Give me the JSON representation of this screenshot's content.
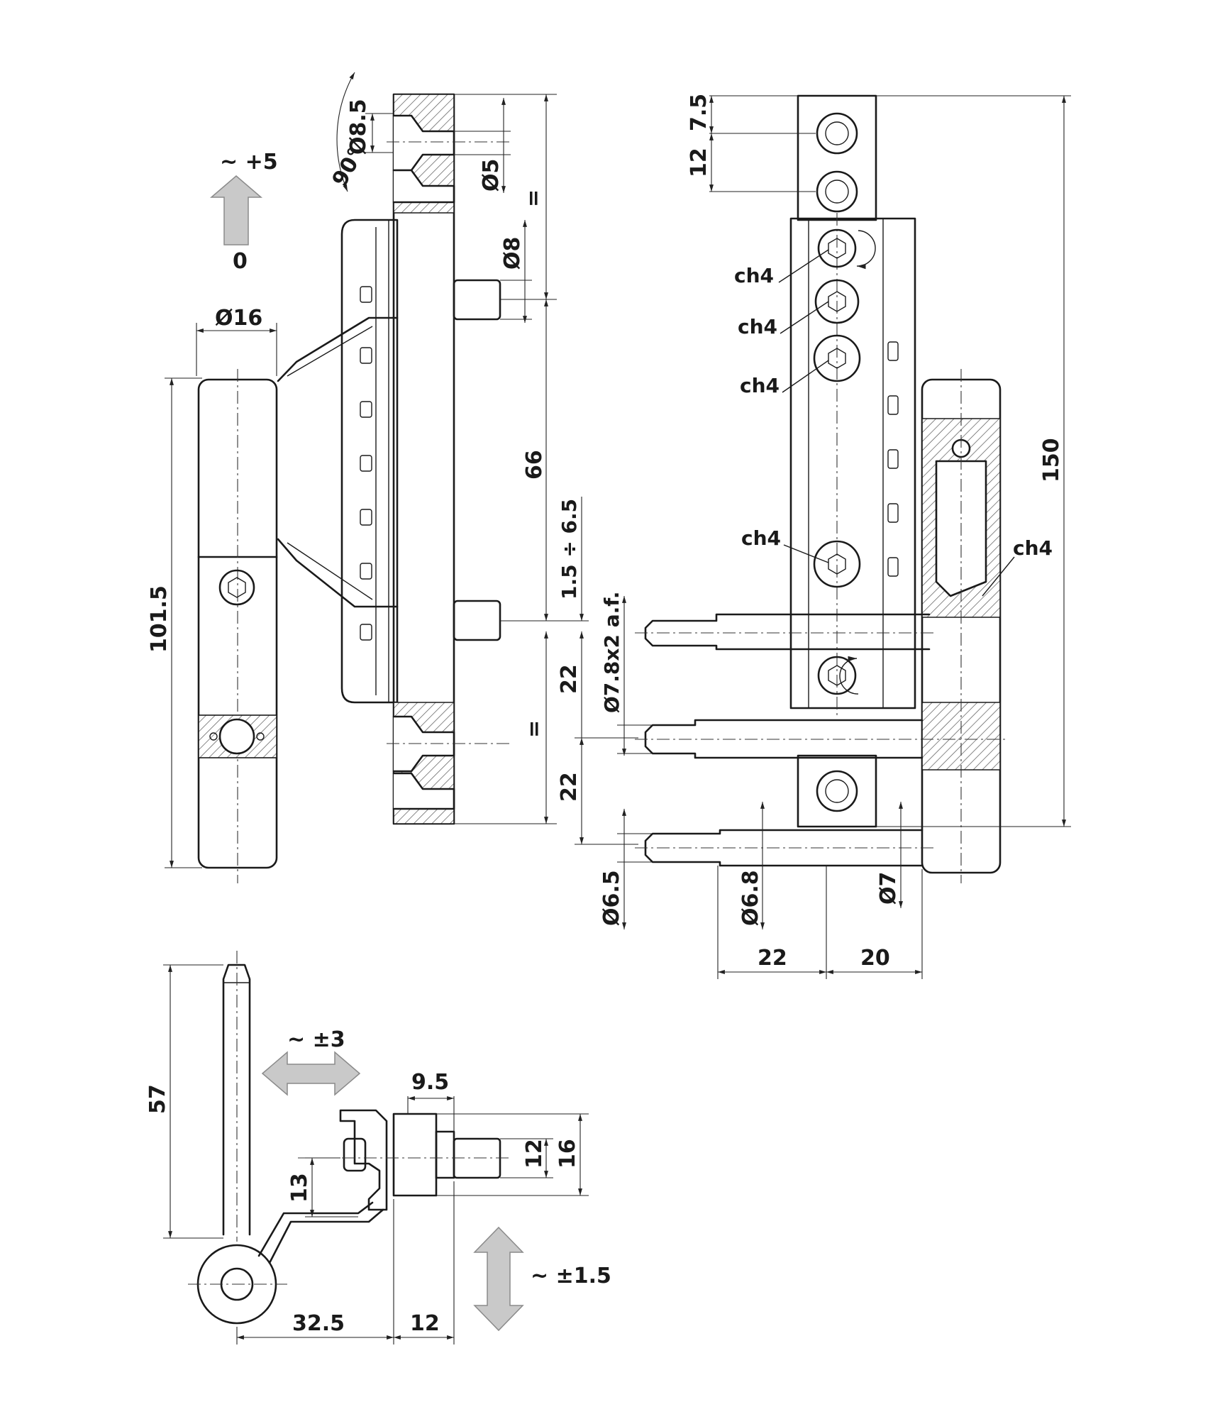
{
  "labels": {
    "adjust_height_plus": "~ +5",
    "adjust_height_zero": "0",
    "dia_16": "Ø16",
    "len_101_5": "101.5",
    "angle_90": "90°",
    "dia_8_5": "Ø8.5",
    "dia_5": "Ø5",
    "dia_8": "Ø8",
    "eq_top": "=",
    "len_66": "66",
    "gap_1_5_6_5": "1.5 ÷ 6.5",
    "len_22_a": "22",
    "eq_bottom": "=",
    "len_22_b": "22",
    "pin_af": "Ø7.8x2 a.f.",
    "len_7_5": "7.5",
    "len_12_top": "12",
    "len_150": "150",
    "ch4_1": "ch4",
    "ch4_2": "ch4",
    "ch4_3": "ch4",
    "ch4_4": "ch4",
    "ch4_5": "ch4",
    "dia_6_5": "Ø6.5",
    "dia_6_8": "Ø6.8",
    "dia_7": "Ø7",
    "len_22_c": "22",
    "len_20": "20",
    "len_57": "57",
    "adjust_side": "~ ±3",
    "len_9_5": "9.5",
    "len_12_mid": "12",
    "len_16": "16",
    "len_13": "13",
    "adjust_compress": "~ ±1.5",
    "len_32_5": "32.5",
    "len_12_bottom": "12"
  },
  "colors": {
    "line": "#1a1a1a",
    "arrow_fill": "#c9c9c9",
    "hatch": "#555555"
  }
}
